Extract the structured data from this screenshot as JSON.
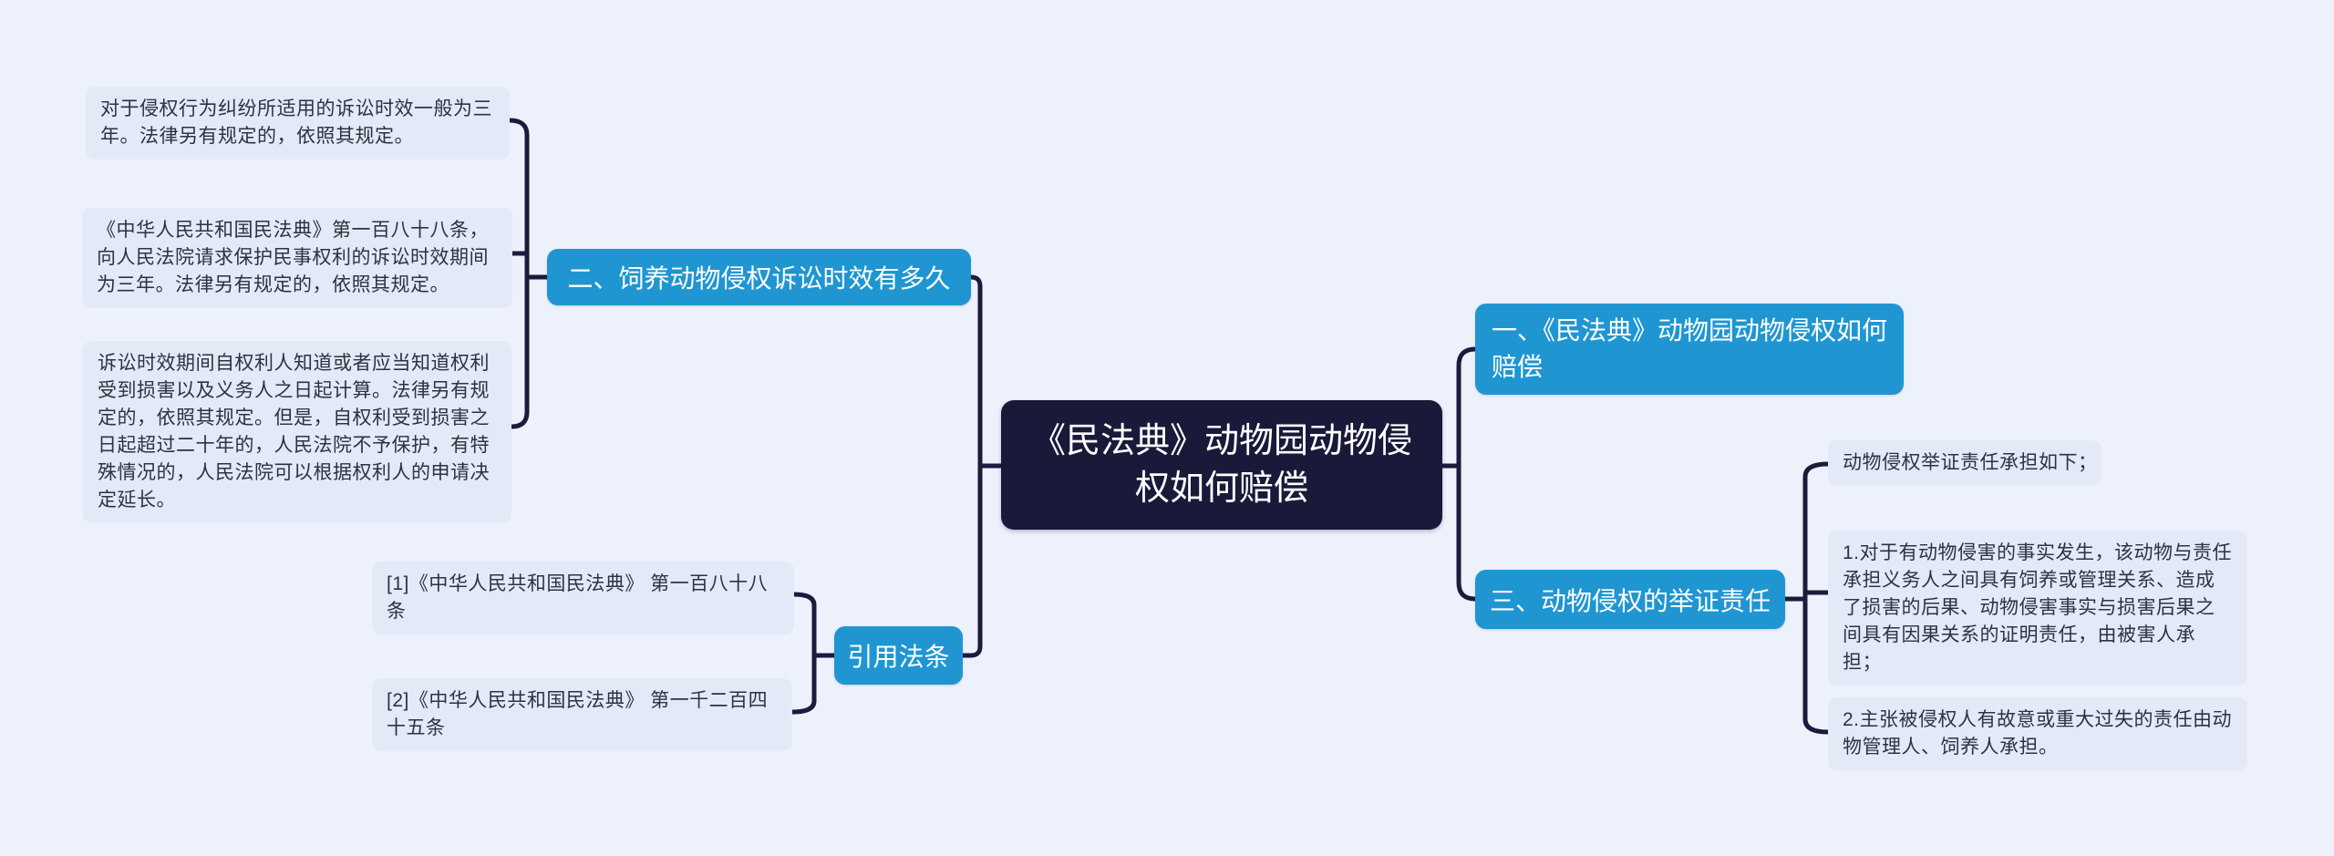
{
  "mindmap": {
    "root": {
      "text": "《民法典》动物园动物侵权如何赔偿"
    },
    "branch_1": {
      "label": "一、《民法典》动物园动物侵权如何赔偿"
    },
    "branch_2": {
      "label": "二、饲养动物侵权诉讼时效有多久",
      "notes": [
        "对于侵权行为纠纷所适用的诉讼时效一般为三年。法律另有规定的，依照其规定。",
        "《中华人民共和国民法典》第一百八十八条，向人民法院请求保护民事权利的诉讼时效期间为三年。法律另有规定的，依照其规定。",
        "诉讼时效期间自权利人知道或者应当知道权利受到损害以及义务人之日起计算。法律另有规定的，依照其规定。但是，自权利受到损害之日起超过二十年的，人民法院不予保护，有特殊情况的，人民法院可以根据权利人的申请决定延长。"
      ]
    },
    "branch_3": {
      "label": "三、动物侵权的举证责任",
      "notes": [
        "动物侵权举证责任承担如下；",
        "1.对于有动物侵害的事实发生，该动物与责任承担义务人之间具有饲养或管理关系、造成了损害的后果、动物侵害事实与损害后果之间具有因果关系的证明责任，由被害人承担；",
        "2.主张被侵权人有故意或重大过失的责任由动物管理人、饲养人承担。"
      ]
    },
    "citations": {
      "label": "引用法条",
      "notes": [
        "[1]《中华人民共和国民法典》 第一百八十八条",
        "[2]《中华人民共和国民法典》 第一千二百四十五条"
      ]
    },
    "colors": {
      "canvas_background": "#edf1fb",
      "leaf_background": "#e3e9f7",
      "leaf_text": "#2f3240",
      "topic_background": "#1f96d2",
      "topic_text": "#ffffff",
      "root_background": "#191939",
      "connector_line": "#1b1b3c"
    }
  }
}
